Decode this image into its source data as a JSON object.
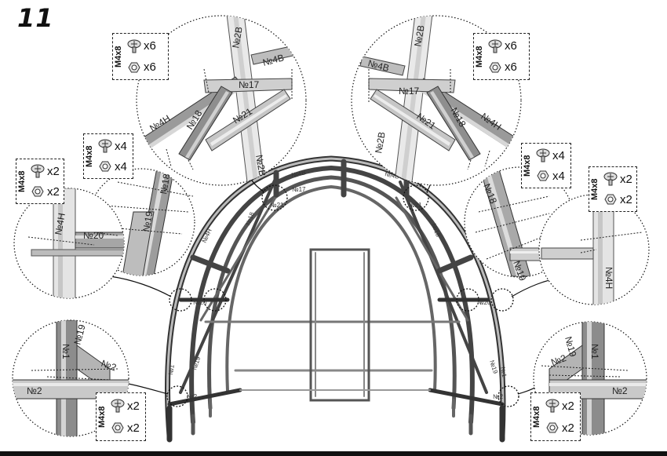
{
  "step": "11",
  "hardware": [
    {
      "id": "tl",
      "size": "M4x8",
      "bolt_qty": "x6",
      "nut_qty": "x6"
    },
    {
      "id": "tr",
      "size": "M4x8",
      "bolt_qty": "x6",
      "nut_qty": "x6"
    },
    {
      "id": "ml1",
      "size": "M4x8",
      "bolt_qty": "x4",
      "nut_qty": "x4"
    },
    {
      "id": "ml2",
      "size": "M4x8",
      "bolt_qty": "x2",
      "nut_qty": "x2"
    },
    {
      "id": "mr1",
      "size": "M4x8",
      "bolt_qty": "x4",
      "nut_qty": "x4"
    },
    {
      "id": "mr2",
      "size": "M4x8",
      "bolt_qty": "x2",
      "nut_qty": "x2"
    },
    {
      "id": "bl",
      "size": "M4x8",
      "bolt_qty": "x2",
      "nut_qty": "x2"
    },
    {
      "id": "br",
      "size": "M4x8",
      "bolt_qty": "x2",
      "nut_qty": "x2"
    }
  ],
  "parts": {
    "p2B": "№2B",
    "p4B": "№4B",
    "p17": "№17",
    "p18": "№18",
    "p21": "№21",
    "p4H": "№4H",
    "p19": "№19",
    "p20": "№20",
    "p2": "№2",
    "p1": "№1"
  }
}
